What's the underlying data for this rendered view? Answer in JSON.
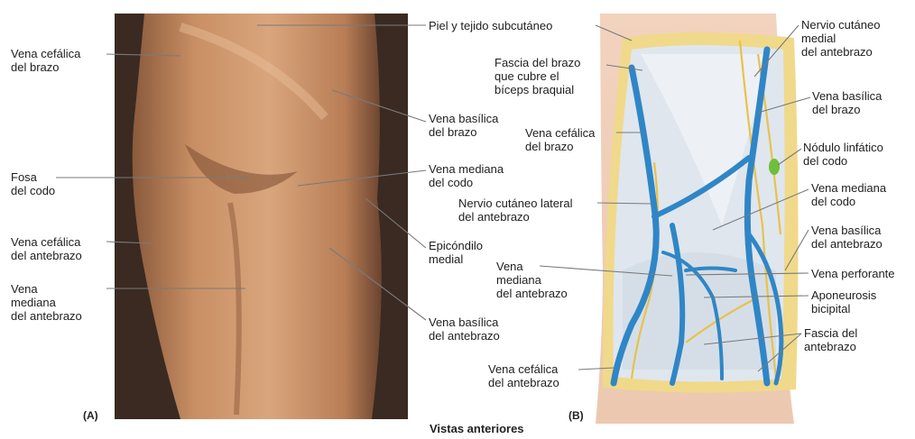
{
  "caption": "Vistas anteriores",
  "panels": {
    "a": "(A)",
    "b": "(B)"
  },
  "labels_a": {
    "cefalica_brazo": "Vena cefálica\ndel brazo",
    "fosa_codo": "Fosa\ndel codo",
    "cefalica_antebrazo": "Vena cefálica\ndel antebrazo",
    "mediana_antebrazo": "Vena\nmediana\ndel antebrazo"
  },
  "labels_mid": {
    "basilica_brazo": "Vena basílica\ndel brazo",
    "mediana_codo": "Vena mediana\ndel codo",
    "epicondilo": "Epicóndilo\nmedial",
    "basilica_antebrazo": "Vena basílica\ndel antebrazo"
  },
  "labels_b_left": {
    "piel": "Piel y tejido subcutáneo",
    "fascia_brazo": "Fascia del brazo\nque cubre el\nbíceps braquial",
    "cefalica_brazo": "Vena cefálica\ndel brazo",
    "nervio_lateral": "Nervio cutáneo lateral\ndel antebrazo",
    "mediana_antebrazo": "Vena\nmediana\ndel antebrazo",
    "cefalica_antebrazo": "Vena cefálica\ndel antebrazo"
  },
  "labels_b_right": {
    "nervio_medial": "Nervio cutáneo\nmedial\ndel antebrazo",
    "basilica_brazo": "Vena basílica\ndel brazo",
    "nodulo": "Nódulo linfático\ndel codo",
    "mediana_codo": "Vena mediana\ndel codo",
    "basilica_antebrazo": "Vena basílica\ndel antebrazo",
    "perforante": "Vena perforante",
    "aponeurosis": "Aponeurosis\nbicipital",
    "fascia_antebrazo": "Fascia del\nantebrazo"
  },
  "colors": {
    "skin_dark": "#3a2a22",
    "skin": "#c98f64",
    "skin_light": "#e0b48e",
    "vein": "#2f86c6",
    "nerve": "#e8c24a",
    "fascia": "#dfe6ee",
    "fat": "#f0d98a",
    "node": "#6fbf3a",
    "leader": "#7a7a7a"
  }
}
